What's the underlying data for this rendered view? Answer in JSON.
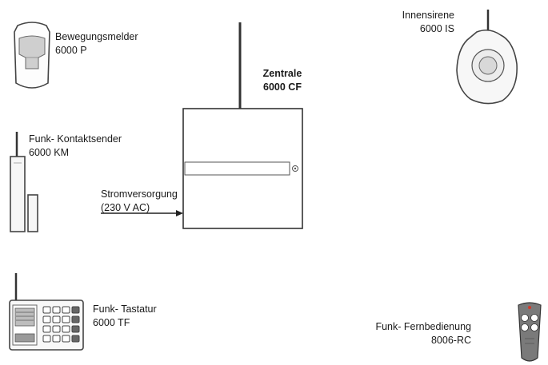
{
  "devices": {
    "motion_detector": {
      "name": "Bewegungsmelder",
      "model": "6000 P"
    },
    "contact_sender": {
      "name": "Funk- Kontaktsender",
      "model": "6000 KM"
    },
    "keypad": {
      "name": "Funk- Tastatur",
      "model": "6000 TF"
    },
    "central_unit": {
      "name": "Zentrale",
      "model": "6000 CF"
    },
    "power_supply": {
      "name": "Stromversorgung",
      "spec": "(230 V AC)"
    },
    "indoor_siren": {
      "name": "Innensirene",
      "model": "6000 IS"
    },
    "remote_control": {
      "name": "Funk- Fernbedienung",
      "model": "8006-RC"
    }
  }
}
